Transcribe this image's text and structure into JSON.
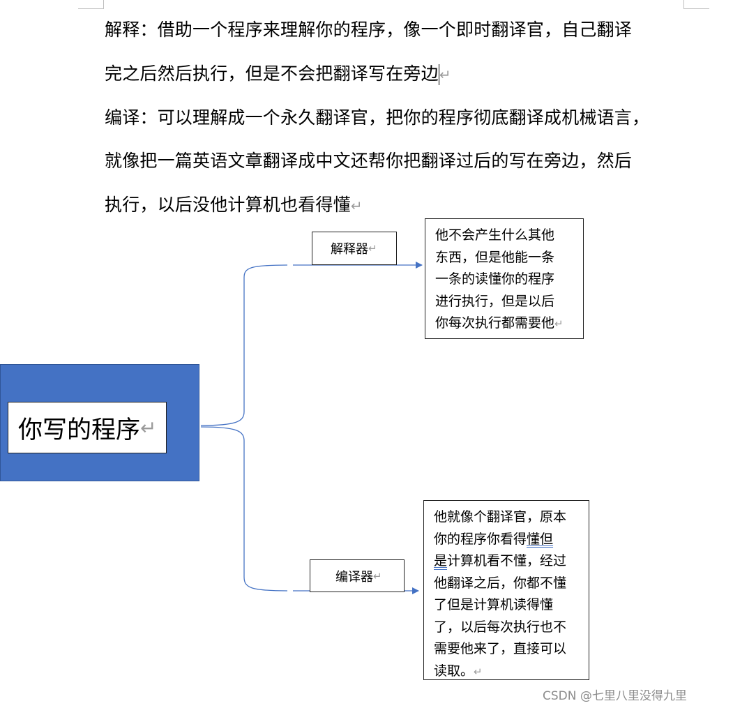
{
  "paragraphs": {
    "interpret": [
      "解释：借助一个程序来理解你的程序，像一个即时翻译官，自己翻译",
      "完之后然后执行，但是不会把翻译写在旁边"
    ],
    "compile": [
      "编译：可以理解成一个永久翻译官，把你的程序彻底翻译成机械语言，",
      "就像把一篇英语文章翻译成中文还帮你把翻译过后的写在旁边，然后",
      "执行，以后没他计算机也看得懂"
    ]
  },
  "diagram": {
    "root_label": "你写的程序",
    "interpreter_label": "解释器",
    "compiler_label": "编译器",
    "interpreter_desc": [
      "他不会产生什么其他",
      "东西，但是他能一条",
      "一条的读懂你的程序",
      "进行执行，但是以后",
      "你每次执行都需要他"
    ],
    "compiler_desc": {
      "line1": "他就像个翻译官，原本",
      "line2_plain": "你的程序你看得",
      "line2_marked": "懂但",
      "line3_marked": "是",
      "line3_plain": "计算机看不懂，经过",
      "line4": "他翻译之后，你都不懂",
      "line5": "了但是计算机读得懂",
      "line6": "了，以后每次执行也不",
      "line7": "需要他来了，直接可以",
      "line8": "读取。"
    },
    "colors": {
      "root_fill": "#4472c4",
      "connector": "#4472c4"
    }
  },
  "marks": {
    "paragraph": "↵"
  },
  "watermark": "CSDN @七里八里没得九里"
}
